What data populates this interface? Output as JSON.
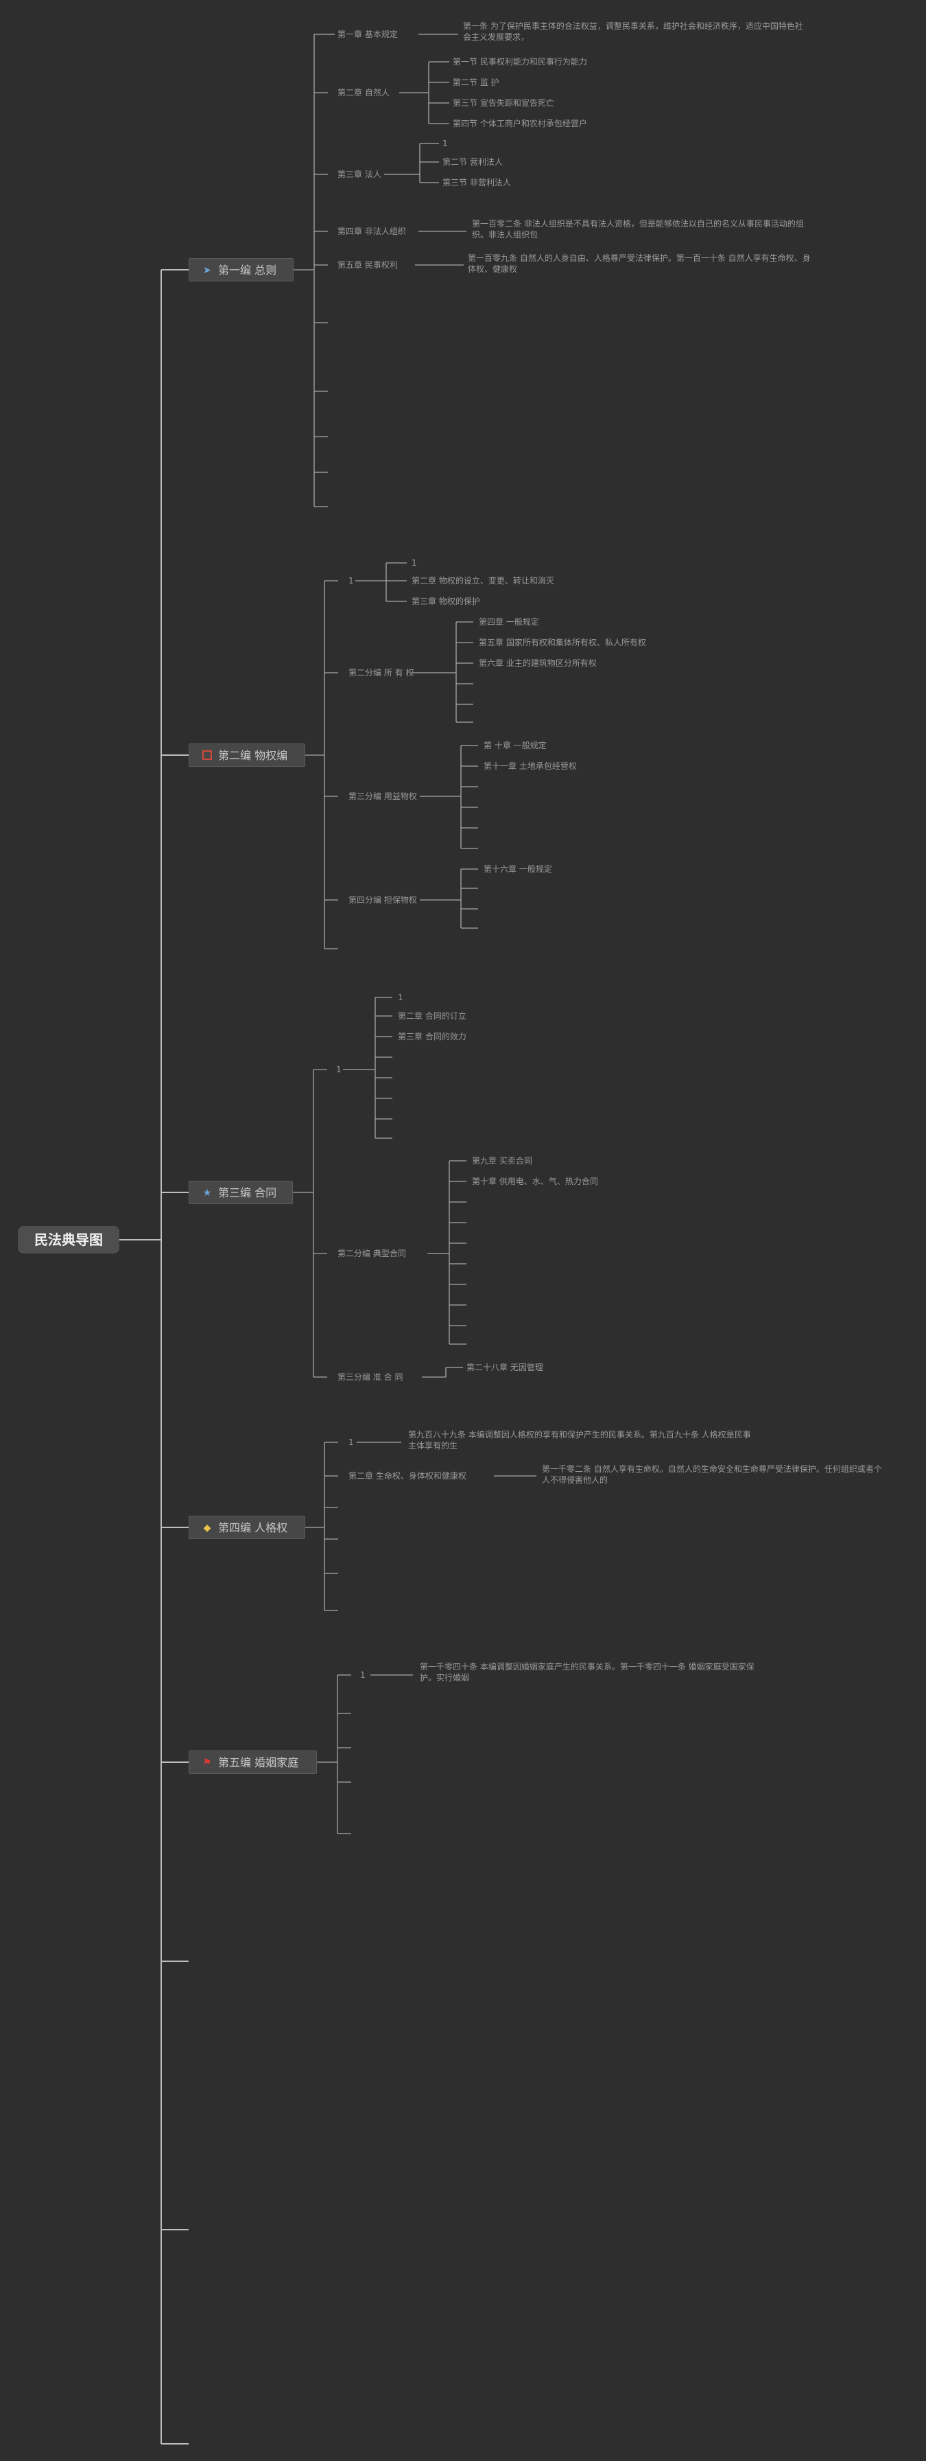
{
  "root": {
    "title": "民法典导图"
  },
  "branches": {
    "b1": {
      "label": "第一编 总则",
      "icon": "paper-plane-icon"
    },
    "b2": {
      "label": "第二编 物权编",
      "icon": "red-square-icon"
    },
    "b3": {
      "label": "第三编 合同",
      "icon": "star-icon"
    },
    "b4": {
      "label": "第四编 人格权",
      "icon": "diamond-icon"
    },
    "b5": {
      "label": "第五编 婚姻家庭",
      "icon": "red-flag-icon"
    }
  },
  "b1": {
    "ch1": "第一章 基本规定",
    "ch1_note": "第一条 为了保护民事主体的合法权益，调整民事关系，维护社会和经济秩序，适应中国特色社会主义发展要求，",
    "ch2": "第二章 自然人",
    "ch2_sections": [
      "第一节 民事权利能力和民事行为能力",
      "第二节 监 护",
      "第三节 宣告失踪和宣告死亡",
      "第四节 个体工商户和农村承包经营户"
    ],
    "ch3": "第三章 法人",
    "ch3_sections": [
      "1",
      "第二节 营利法人",
      "第三节 非营利法人"
    ],
    "ch4": "第四章 非法人组织",
    "ch4_note": "第一百零二条 非法人组织是不具有法人资格，但是能够依法以自己的名义从事民事活动的组织。非法人组织包",
    "ch5": "第五章 民事权利",
    "ch5_note": "第一百零九条 自然人的人身自由、人格尊严受法律保护。第一百一十条 自然人享有生命权、身体权、健康权"
  },
  "b2": {
    "g1": "1",
    "g1_items": [
      "1",
      "第二章 物权的设立、变更、转让和消灭",
      "第三章 物权的保护"
    ],
    "g2": "第二分编 所 有 权",
    "g2_items": [
      "第四章 一般规定",
      "第五章 国家所有权和集体所有权、私人所有权",
      "第六章 业主的建筑物区分所有权"
    ],
    "g3": "第三分编 用益物权",
    "g3_items": [
      "第 十章 一般规定",
      "第十一章 土地承包经营权"
    ],
    "g4": "第四分编 担保物权",
    "g4_items": [
      "第十六章 一般规定"
    ]
  },
  "b3": {
    "g1": "1",
    "g1_items": [
      "1",
      "第二章 合同的订立",
      "第三章 合同的效力"
    ],
    "g2": "第二分编 典型合同",
    "g2_items": [
      "第九章 买卖合同",
      "第十章 供用电、水、气、热力合同"
    ],
    "g3": "第三分编 准 合 同",
    "g3_items": [
      "第二十八章 无因管理"
    ]
  },
  "b4": {
    "g1": "1",
    "g1_note": "第九百八十九条 本编调整因人格权的享有和保护产生的民事关系。第九百九十条 人格权是民事主体享有的生",
    "g2": "第二章 生命权、身体权和健康权",
    "g2_note": "第一千零二条 自然人享有生命权。自然人的生命安全和生命尊严受法律保护。任何组织或者个人不得侵害他人的"
  },
  "b5": {
    "g1": "1",
    "g1_note": "第一千零四十条 本编调整因婚姻家庭产生的民事关系。第一千零四十一条 婚姻家庭受国家保护。实行婚姻"
  }
}
